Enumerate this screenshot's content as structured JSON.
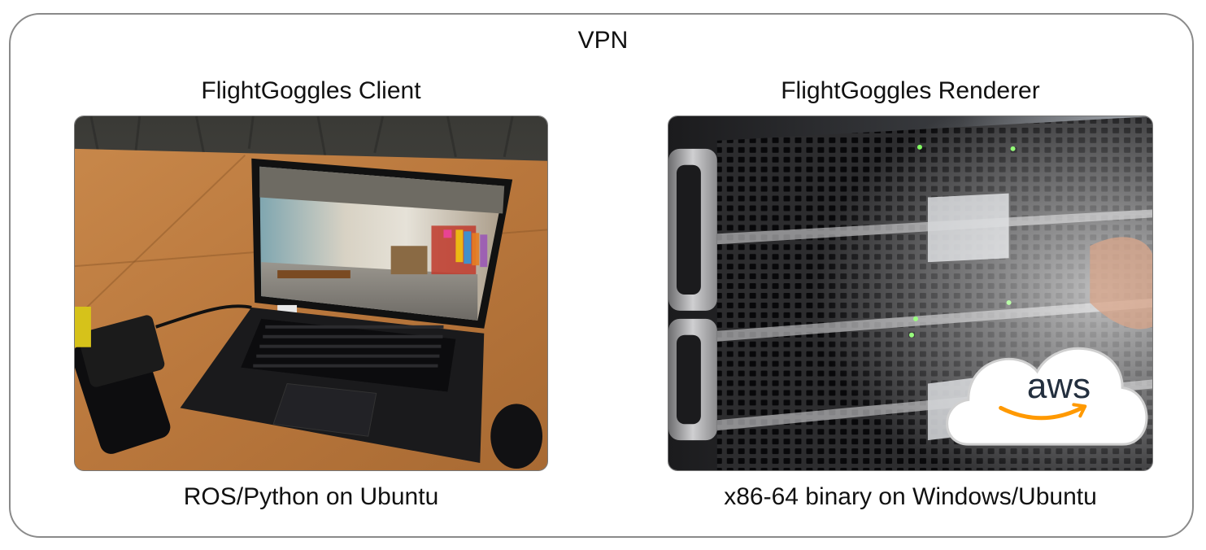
{
  "diagram": {
    "network_label": "VPN",
    "client": {
      "title": "FlightGoggles Client",
      "caption": "ROS/Python on Ubuntu",
      "image_icon": "laptop-photo"
    },
    "renderer": {
      "title": "FlightGoggles Renderer",
      "caption": "x86-64 binary on Windows/Ubuntu",
      "image_icon": "server-rack-photo",
      "badge_text": "aws",
      "badge_icon": "aws-cloud-icon"
    }
  }
}
